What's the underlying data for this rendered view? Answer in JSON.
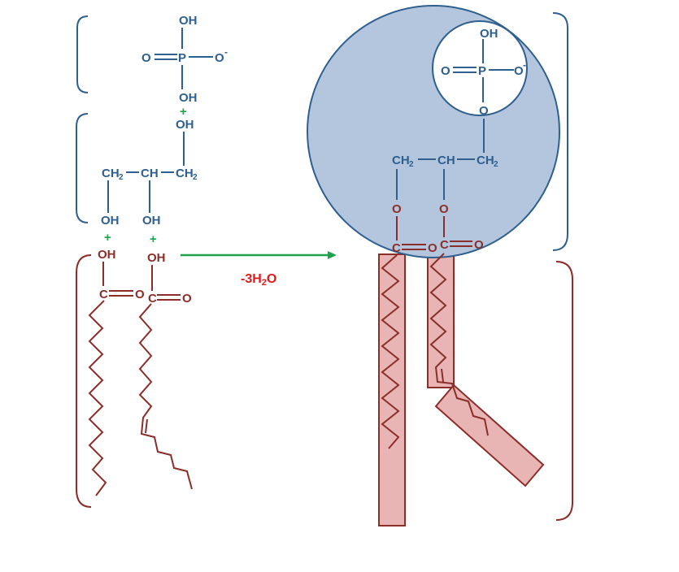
{
  "colors": {
    "blue_text": "#2f5f8f",
    "red_text": "#8b2e2a",
    "green": "#1ea24a",
    "reaction_red": "#e01b1b",
    "head_fill": "#b4c6de",
    "tail_fill": "#e8b4b4"
  },
  "phosphate": {
    "oh_top": "OH",
    "o_left": "O",
    "p": "P",
    "o_minus": "O",
    "minus": "-",
    "oh_bottom": "OH"
  },
  "plus_signs": [
    "+",
    "+",
    "+"
  ],
  "glycerol": {
    "oh_top": "OH",
    "ch2_left": "CH",
    "ch2_left_sub": "2",
    "ch": "CH",
    "ch2_right": "CH",
    "ch2_right_sub": "2",
    "oh_left": "OH",
    "oh_mid": "OH"
  },
  "fatty_acids": {
    "acid1_oh": "OH",
    "acid1_c": "C",
    "acid1_o": "O",
    "acid2_oh": "OH",
    "acid2_c": "C",
    "acid2_o": "O"
  },
  "reaction": {
    "label_prefix": "-3H",
    "label_sub": "2",
    "label_suffix": "O"
  },
  "product": {
    "oh": "OH",
    "o_left": "O",
    "p": "P",
    "o_right": "O",
    "minus": "-",
    "o_link": "O",
    "ch2_left": "CH",
    "ch2_left_sub": "2",
    "ch": "CH",
    "ch2_right": "CH",
    "ch2_right_sub": "2",
    "ester_o_left": "O",
    "ester_o_right": "O",
    "carbonyl1_c": "C",
    "carbonyl1_o": "O",
    "carbonyl2_c": "C",
    "carbonyl2_o": "O"
  }
}
